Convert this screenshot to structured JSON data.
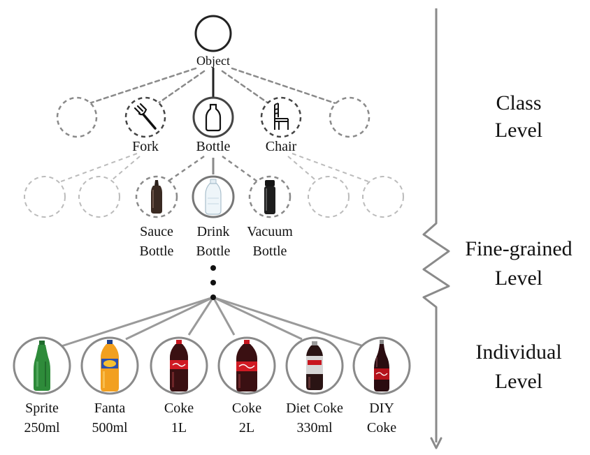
{
  "root": {
    "label": "Object"
  },
  "class_nodes": [
    {
      "label": "",
      "icon": ""
    },
    {
      "label": "Fork",
      "icon": "fork-icon"
    },
    {
      "label": "Bottle",
      "icon": "bottle-icon"
    },
    {
      "label": "Chair",
      "icon": "chair-icon"
    },
    {
      "label": "",
      "icon": ""
    }
  ],
  "fine_nodes": [
    {
      "line1": "",
      "line2": "",
      "icon": ""
    },
    {
      "line1": "",
      "line2": "",
      "icon": ""
    },
    {
      "line1": "Sauce",
      "line2": "Bottle",
      "icon": "sauce-bottle-icon"
    },
    {
      "line1": "Drink",
      "line2": "Bottle",
      "icon": "drink-bottle-icon"
    },
    {
      "line1": "Vacuum",
      "line2": "Bottle",
      "icon": "vacuum-bottle-icon"
    },
    {
      "line1": "",
      "line2": "",
      "icon": ""
    },
    {
      "line1": "",
      "line2": "",
      "icon": ""
    }
  ],
  "individual_nodes": [
    {
      "line1": "Sprite",
      "line2": "250ml",
      "color": "#2e8b3a",
      "icon": "sprite-bottle-icon"
    },
    {
      "line1": "Fanta",
      "line2": "500ml",
      "color": "#f2a020",
      "icon": "fanta-bottle-icon"
    },
    {
      "line1": "Coke",
      "line2": "1L",
      "color": "#b5121b",
      "icon": "coke-1l-bottle-icon"
    },
    {
      "line1": "Coke",
      "line2": "2L",
      "color": "#b5121b",
      "icon": "coke-2l-bottle-icon"
    },
    {
      "line1": "Diet Coke",
      "line2": "330ml",
      "color": "#c8c8c8",
      "icon": "diet-coke-bottle-icon"
    },
    {
      "line1": "DIY",
      "line2": "Coke",
      "color": "#a0101a",
      "icon": "diy-coke-bottle-icon"
    }
  ],
  "levels": {
    "class": [
      "Class",
      "Level"
    ],
    "fine": [
      "Fine-grained",
      "Level"
    ],
    "individual": [
      "Individual",
      "Level"
    ]
  }
}
